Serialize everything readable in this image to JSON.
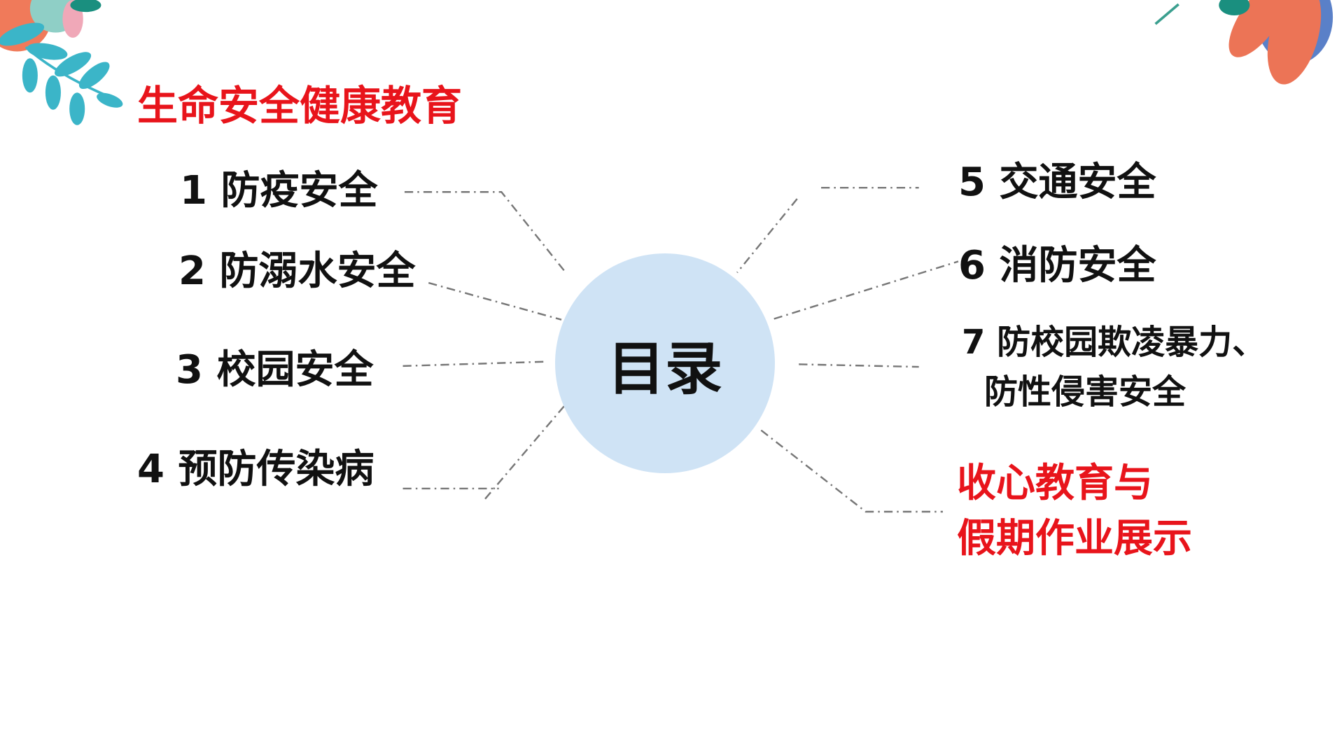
{
  "title": "生命安全健康教育",
  "center": "目录",
  "left_items": [
    {
      "num": "1",
      "label": "防疫安全"
    },
    {
      "num": "2",
      "label": "防溺水安全"
    },
    {
      "num": "3",
      "label": "校园安全"
    },
    {
      "num": "4",
      "label": "预防传染病"
    }
  ],
  "right_items": [
    {
      "num": "5",
      "label": "交通安全"
    },
    {
      "num": "6",
      "label": "消防安全"
    },
    {
      "num": "7",
      "label": "防校园欺凌暴力、",
      "label2": "防性侵害安全"
    }
  ],
  "highlight": {
    "line1": "收心教育与",
    "line2": "假期作业展示"
  },
  "colors": {
    "accent": "#e8141b",
    "circle": "#cfe3f5",
    "connector": "#777777"
  }
}
